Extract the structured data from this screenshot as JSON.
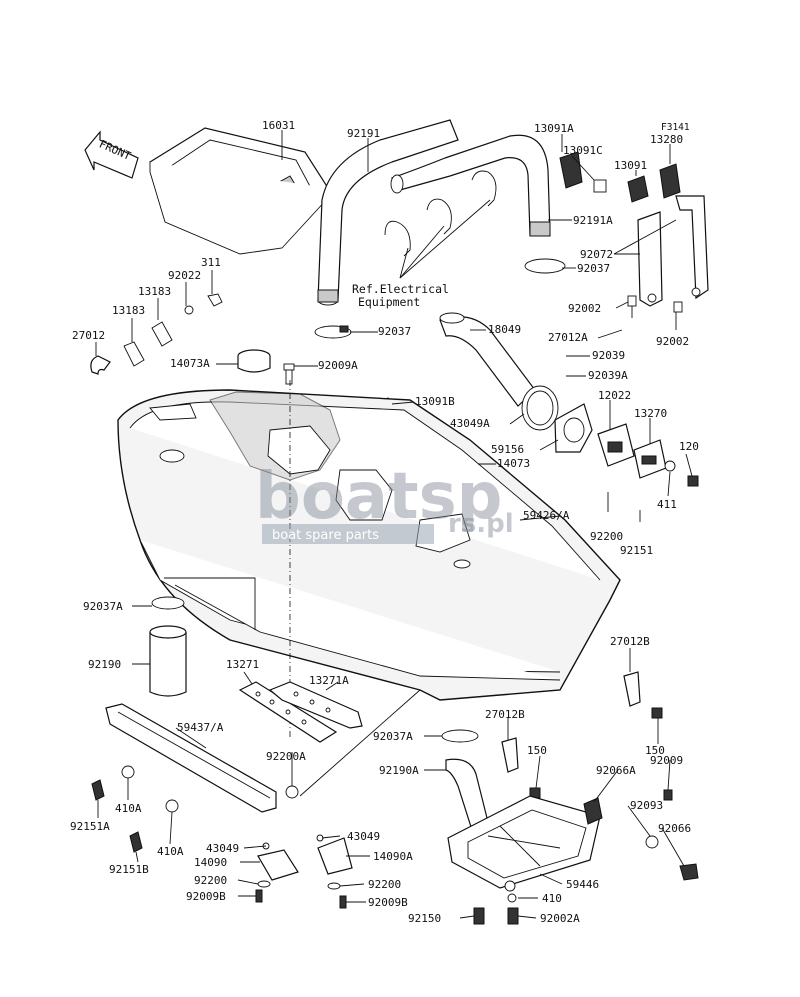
{
  "figure": {
    "code": "F3141",
    "front_label": "FRONT",
    "reference_note": [
      "Ref.Electrical",
      "Equipment"
    ]
  },
  "watermark": {
    "main": "boatsp",
    "suffix": "rs.pl",
    "sub": "boat spare parts"
  },
  "callouts": [
    "16031",
    "92191",
    "13091A",
    "13091C",
    "13280",
    "13091",
    "92191A",
    "92072",
    "92037",
    "311",
    "92022",
    "13183",
    "13183",
    "27012",
    "92037",
    "92002",
    "92002",
    "18049",
    "27012A",
    "92039",
    "14073A",
    "92009A",
    "92039A",
    "13091B",
    "43049A",
    "12022",
    "13270",
    "59156",
    "120",
    "14073",
    "411",
    "59426/A",
    "92200",
    "92151",
    "92037A",
    "92190",
    "13271",
    "13271A",
    "27012B",
    "59437/A",
    "92200A",
    "92037A",
    "27012B",
    "150",
    "150",
    "92009",
    "92066A",
    "92190A",
    "92093",
    "410A",
    "92151A",
    "410A",
    "92066",
    "92151B",
    "43049",
    "43049",
    "14090",
    "14090A",
    "59446",
    "92200",
    "92200",
    "92009B",
    "92009B",
    "410",
    "92150",
    "92002A"
  ],
  "colors": {
    "line": "#111111",
    "shade": "#c9c9c9",
    "watermark": "#7f8a96",
    "watermark_bar": "#9aa6b3"
  }
}
